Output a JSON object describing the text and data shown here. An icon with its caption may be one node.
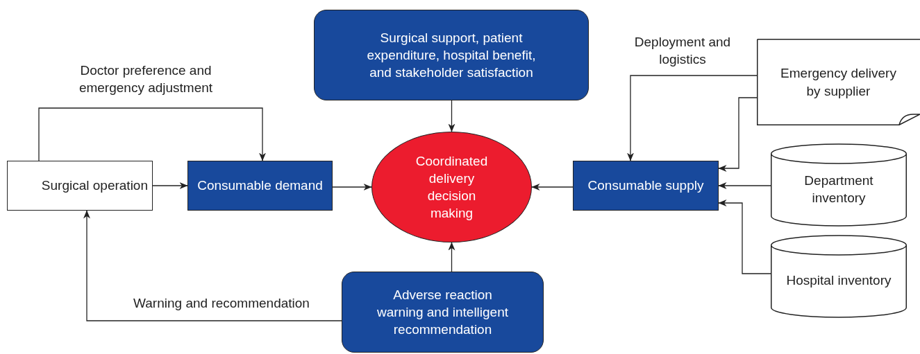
{
  "diagram": {
    "nodes": [
      {
        "text": [
          "Surgical support, patient expenditure, hospital benefit, and stakeholder satisfaction"
        ]
      },
      {
        "text": [
          "Surgical operation"
        ]
      },
      {
        "text": [
          "Consumable demand"
        ]
      },
      {
        "text": [
          "Coordinated delivery decision making"
        ]
      },
      {
        "text": [
          "Consumable supply"
        ]
      },
      {
        "text": [
          "Emergency delivery by supplier"
        ]
      },
      {
        "text": [
          "Department inventory"
        ]
      },
      {
        "text": [
          "Hospital inventory"
        ]
      },
      {
        "text": [
          "Adverse reaction warning and intelligent recommendation"
        ]
      }
    ],
    "edges": [
      {
        "from": 1,
        "to": 2,
        "arrow": "to"
      },
      {
        "from": 2,
        "to": 3,
        "arrow": "to"
      },
      {
        "from": 0,
        "to": 3,
        "arrow": "to"
      },
      {
        "from": 8,
        "to": 3,
        "arrow": "to"
      },
      {
        "from": 4,
        "to": 3,
        "arrow": "to"
      },
      {
        "from": 1,
        "to": 2,
        "arrow": "to",
        "label": "Doctor preference and emergency adjustment"
      },
      {
        "from": 8,
        "to": 1,
        "arrow": "to",
        "label": "Warning and recommendation"
      },
      {
        "from": 5,
        "to": 4,
        "arrow": "to",
        "label": "Deployment and logistics"
      },
      {
        "from": 5,
        "to": 4,
        "arrow": "to"
      },
      {
        "from": 6,
        "to": 4,
        "arrow": "to"
      },
      {
        "from": 7,
        "to": 4,
        "arrow": "to"
      }
    ]
  }
}
